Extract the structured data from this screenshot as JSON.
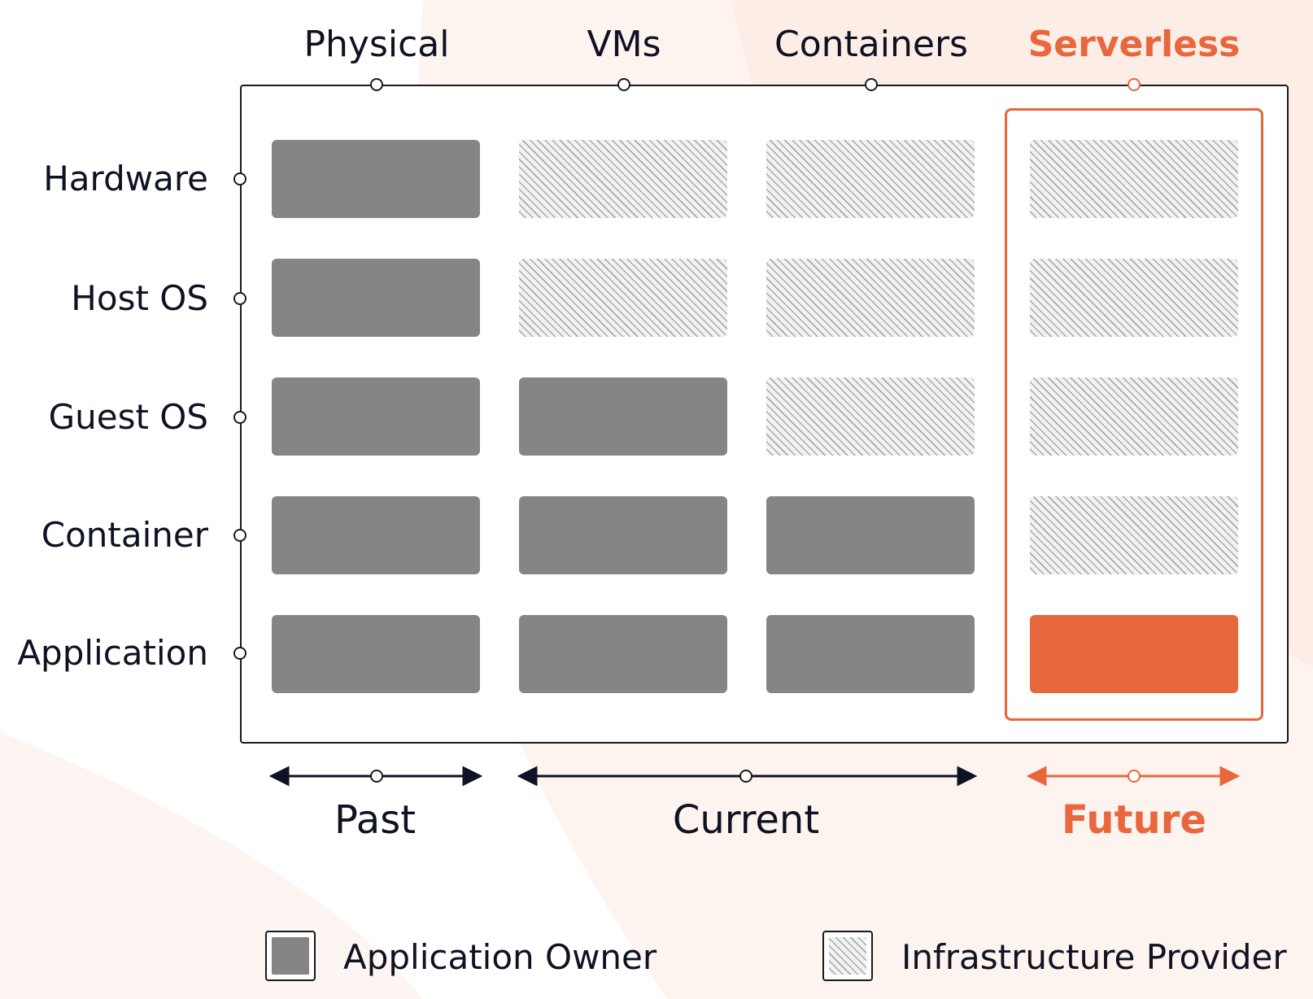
{
  "columns": [
    {
      "id": "physical",
      "label": "Physical",
      "highlight": false
    },
    {
      "id": "vms",
      "label": "VMs",
      "highlight": false
    },
    {
      "id": "containers",
      "label": "Containers",
      "highlight": false
    },
    {
      "id": "serverless",
      "label": "Serverless",
      "highlight": true
    }
  ],
  "rows": [
    {
      "id": "hardware",
      "label": "Hardware"
    },
    {
      "id": "host-os",
      "label": "Host OS"
    },
    {
      "id": "guest-os",
      "label": "Guest OS"
    },
    {
      "id": "container",
      "label": "Container"
    },
    {
      "id": "application",
      "label": "Application"
    }
  ],
  "cells": [
    [
      "owner",
      "provider",
      "provider",
      "provider"
    ],
    [
      "owner",
      "provider",
      "provider",
      "provider"
    ],
    [
      "owner",
      "owner",
      "provider",
      "provider"
    ],
    [
      "owner",
      "owner",
      "owner",
      "provider"
    ],
    [
      "owner",
      "owner",
      "owner",
      "focus"
    ]
  ],
  "eras": [
    {
      "id": "past",
      "label": "Past",
      "highlight": false
    },
    {
      "id": "current",
      "label": "Current",
      "highlight": false
    },
    {
      "id": "future",
      "label": "Future",
      "highlight": true
    }
  ],
  "legend": {
    "owner": "Application Owner",
    "provider": "Infrastructure Provider"
  },
  "colors": {
    "accent": "#e8673c",
    "owner": "#858585",
    "ink": "#0f1222"
  }
}
